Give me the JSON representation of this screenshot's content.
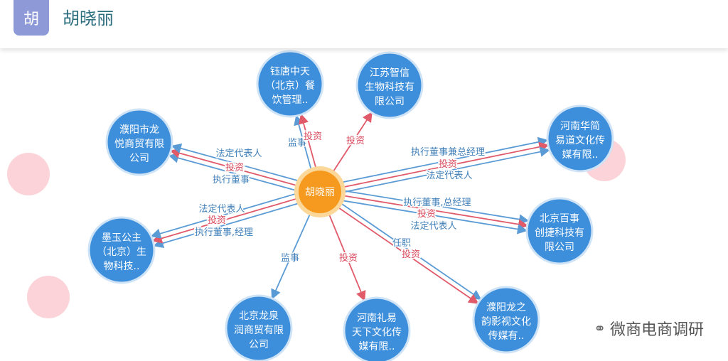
{
  "header": {
    "avatar_char": "胡",
    "title": "胡晓丽"
  },
  "center": {
    "label": "胡晓丽",
    "color": "#f59a1e"
  },
  "colors": {
    "node": "#3e8fdb",
    "blue_edge": "#5b9bd5",
    "red_edge": "#e05a6a"
  },
  "nodes": [
    {
      "id": "n1",
      "lines": [
        "钰唐中天",
        "（北京）餐",
        "饮管理.."
      ]
    },
    {
      "id": "n2",
      "lines": [
        "江苏智信",
        "生物科技有",
        "限公司"
      ]
    },
    {
      "id": "n3",
      "lines": [
        "濮阳市龙",
        "悦商贸有限",
        "公司"
      ]
    },
    {
      "id": "n4",
      "lines": [
        "河南华简",
        "易道文化传",
        "媒有限.."
      ]
    },
    {
      "id": "n5",
      "lines": [
        "北京百事",
        "创捷科技有",
        "限公司"
      ]
    },
    {
      "id": "n6",
      "lines": [
        "墨玉公主",
        "（北京）生",
        "物科技.."
      ]
    },
    {
      "id": "n7",
      "lines": [
        "北京龙泉",
        "润商贸有限",
        "公司"
      ]
    },
    {
      "id": "n8",
      "lines": [
        "河南礼易",
        "天下文化传",
        "媒有限.."
      ]
    },
    {
      "id": "n9",
      "lines": [
        "濮阳龙之",
        "韵影视文化",
        "传媒有.."
      ]
    }
  ],
  "edges": [
    {
      "to": "n1",
      "label": "监事",
      "type": "blue"
    },
    {
      "to": "n1",
      "label": "投资",
      "type": "red"
    },
    {
      "to": "n2",
      "label": "投资",
      "type": "red"
    },
    {
      "to": "n3",
      "label": "法定代表人",
      "type": "blue"
    },
    {
      "to": "n3",
      "label": "投资",
      "type": "red"
    },
    {
      "to": "n3",
      "label": "执行董事",
      "type": "blue"
    },
    {
      "to": "n4",
      "label": "执行董事兼总经理",
      "type": "blue"
    },
    {
      "to": "n4",
      "label": "投资",
      "type": "red"
    },
    {
      "to": "n4",
      "label": "法定代表人",
      "type": "blue"
    },
    {
      "to": "n5",
      "label": "执行董事,总经理",
      "type": "blue"
    },
    {
      "to": "n5",
      "label": "投资",
      "type": "red"
    },
    {
      "to": "n5",
      "label": "法定代表人",
      "type": "blue"
    },
    {
      "to": "n6",
      "label": "法定代表人",
      "type": "blue"
    },
    {
      "to": "n6",
      "label": "投资",
      "type": "red"
    },
    {
      "to": "n6",
      "label": "执行董事,经理",
      "type": "blue"
    },
    {
      "to": "n7",
      "label": "监事",
      "type": "blue"
    },
    {
      "to": "n8",
      "label": "投资",
      "type": "red"
    },
    {
      "to": "n9",
      "label": "任职",
      "type": "blue"
    },
    {
      "to": "n9",
      "label": "投资",
      "type": "red"
    }
  ],
  "watermark": {
    "icon": "wechat-icon",
    "text": "微商电商调研"
  }
}
